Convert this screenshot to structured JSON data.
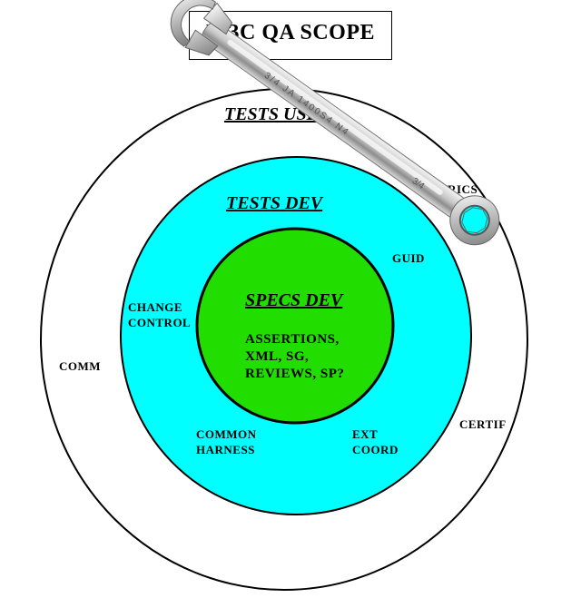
{
  "title": "W3C QA SCOPE",
  "rings": {
    "outer": {
      "heading": "TESTS USE",
      "fill": "#ffffff"
    },
    "middle": {
      "heading": "TESTS DEV",
      "fill": "#00ffff"
    },
    "inner": {
      "heading": "SPECS DEV",
      "fill": "#22dd00",
      "body": [
        "ASSERTIONS,",
        "XML, SG,",
        "REVIEWS,  SP?"
      ]
    }
  },
  "labels": {
    "metrics": "METRICS",
    "guid": "GUID",
    "change": [
      "CHANGE",
      "CONTROL"
    ],
    "comm": "COMM",
    "certif": "CERTIF",
    "common": [
      "COMMON",
      "HARNESS"
    ],
    "ext": [
      "EXT",
      "COORD"
    ]
  },
  "icons": {
    "wrench": "wrench-icon"
  }
}
